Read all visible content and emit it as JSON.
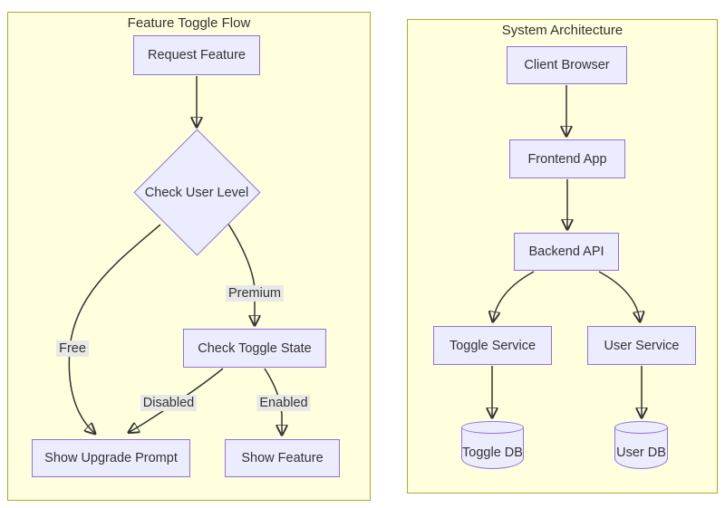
{
  "feature_flow": {
    "title": "Feature Toggle Flow",
    "nodes": {
      "request_feature": "Request Feature",
      "check_user_level": "Check User Level",
      "check_toggle_state": "Check Toggle State",
      "show_upgrade_prompt": "Show Upgrade Prompt",
      "show_feature": "Show Feature"
    },
    "edge_labels": {
      "premium": "Premium",
      "free": "Free",
      "disabled": "Disabled",
      "enabled": "Enabled"
    }
  },
  "system_architecture": {
    "title": "System Architecture",
    "nodes": {
      "client_browser": "Client Browser",
      "frontend_app": "Frontend App",
      "backend_api": "Backend API",
      "toggle_service": "Toggle Service",
      "user_service": "User Service",
      "toggle_db": "Toggle DB",
      "user_db": "User DB"
    }
  },
  "colors": {
    "node_fill": "#ECECFF",
    "node_border": "#9370DB",
    "cluster_fill": "#FFFFDE",
    "cluster_border": "#AAAA33",
    "edge_color": "#333333",
    "edge_label_bg": "#E8E8E8",
    "text_color": "#333333"
  }
}
